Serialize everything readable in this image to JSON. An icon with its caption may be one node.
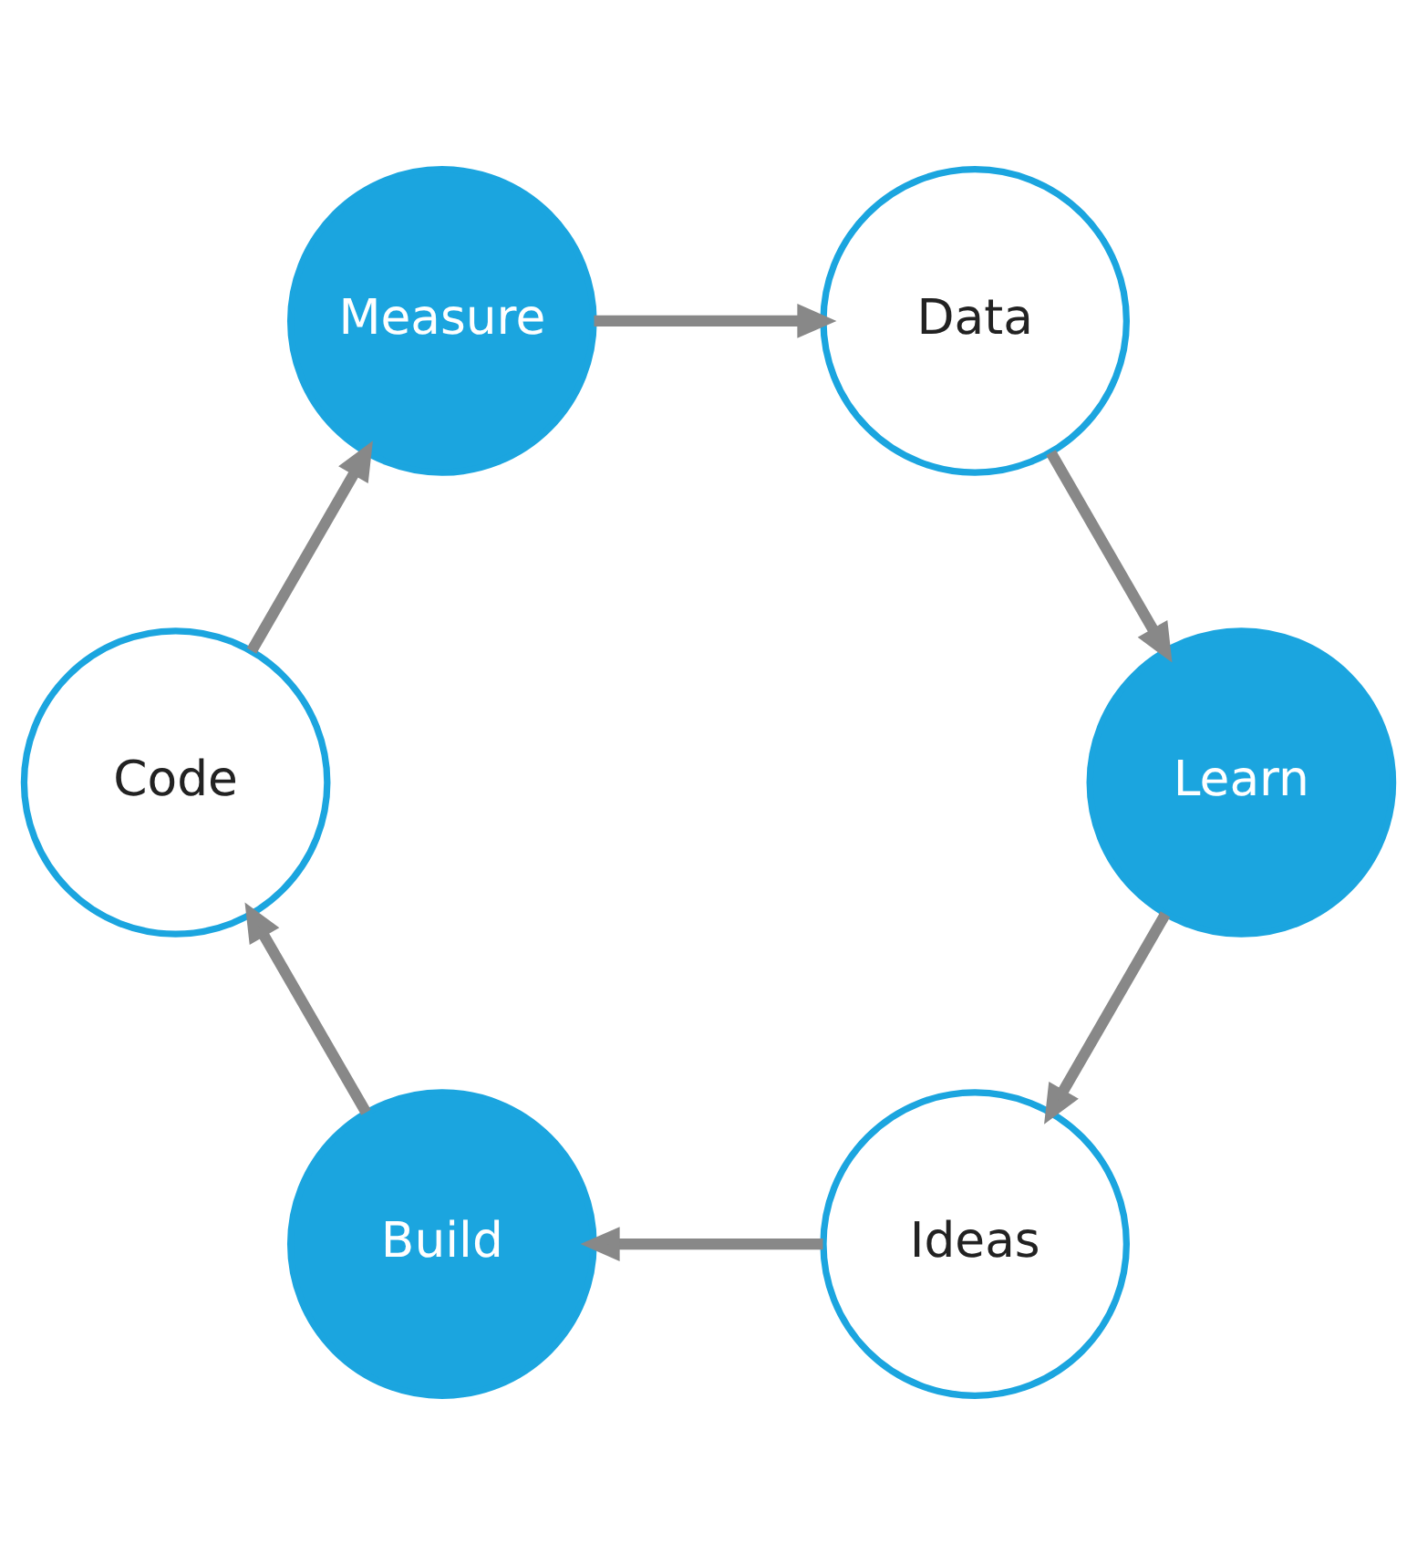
{
  "diagram": {
    "nodes": [
      {
        "text": [
          "Ideas"
        ]
      },
      {
        "text": [
          "Build"
        ]
      },
      {
        "text": [
          "Code"
        ]
      },
      {
        "text": [
          "Measure"
        ]
      },
      {
        "text": [
          "Data"
        ]
      },
      {
        "text": [
          "Learn"
        ]
      }
    ],
    "edges": [
      {
        "from": 0,
        "to": 1,
        "arrow": "to"
      },
      {
        "from": 1,
        "to": 2,
        "arrow": "to"
      },
      {
        "from": 2,
        "to": 3,
        "arrow": "to"
      },
      {
        "from": 3,
        "to": 4,
        "arrow": "to"
      },
      {
        "from": 4,
        "to": 5,
        "arrow": "to"
      },
      {
        "from": 5,
        "to": 0,
        "arrow": "to"
      }
    ]
  }
}
